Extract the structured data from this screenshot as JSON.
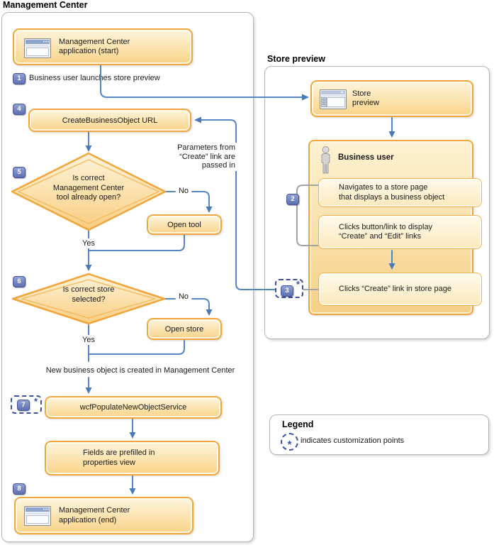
{
  "colors": {
    "accent_orange": "#f0a63c",
    "flow_blue": "#5585c2",
    "arrow_blue": "#4a79b8",
    "badge_blue": "#5e6fb1",
    "customization_blue": "#3c50a5",
    "bracket_gray": "#a3a3a3",
    "panel_border_gray": "#b4b4b4"
  },
  "panels": {
    "management_center": {
      "title": "Management Center"
    },
    "store_preview": {
      "title": "Store preview"
    },
    "legend": {
      "title": "Legend",
      "symbol": "*",
      "text": "indicates customization points"
    }
  },
  "steps": {
    "s1": "1",
    "s2": "2",
    "s3": "3",
    "s4": "4",
    "s5": "5",
    "s6": "6",
    "s7": "7",
    "s8": "8",
    "asterisk": "*"
  },
  "nodes": {
    "mc_start": {
      "line1": "Management Center",
      "line2": "application (start)"
    },
    "create_url": {
      "label": "CreateBusinessObject URL"
    },
    "decision_tool": {
      "line1": "Is correct",
      "line2": "Management Center",
      "line3": "tool already open?"
    },
    "open_tool": {
      "label": "Open tool"
    },
    "decision_store": {
      "line1": "Is correct store",
      "line2": "selected?"
    },
    "open_store": {
      "label": "Open store"
    },
    "wcf_service": {
      "label": "wcfPopulateNewObjectService"
    },
    "fields_prefilled": {
      "line1": "Fields are prefilled in",
      "line2": "properties view"
    },
    "mc_end": {
      "line1": "Management Center",
      "line2": "application (end)"
    },
    "store_preview_window": {
      "line1": "Store",
      "line2": "preview"
    },
    "business_user": {
      "title": "Business user"
    },
    "navigates": {
      "line1": "Navigates to a store page",
      "line2": "that displays a business object"
    },
    "clicks_button": {
      "line1": "Clicks button/link to display",
      "line2": "“Create” and “Edit” links"
    },
    "clicks_create": {
      "label": "Clicks “Create” link in store page"
    }
  },
  "labels": {
    "launch_note": "Business user launches store preview",
    "params_line1": "Parameters from",
    "params_line2": "“Create” link are",
    "params_line3": "passed in",
    "no_tool": "No",
    "yes_tool": "Yes",
    "no_store": "No",
    "yes_store": "Yes",
    "created_note": "New business object is created in Management Center"
  }
}
